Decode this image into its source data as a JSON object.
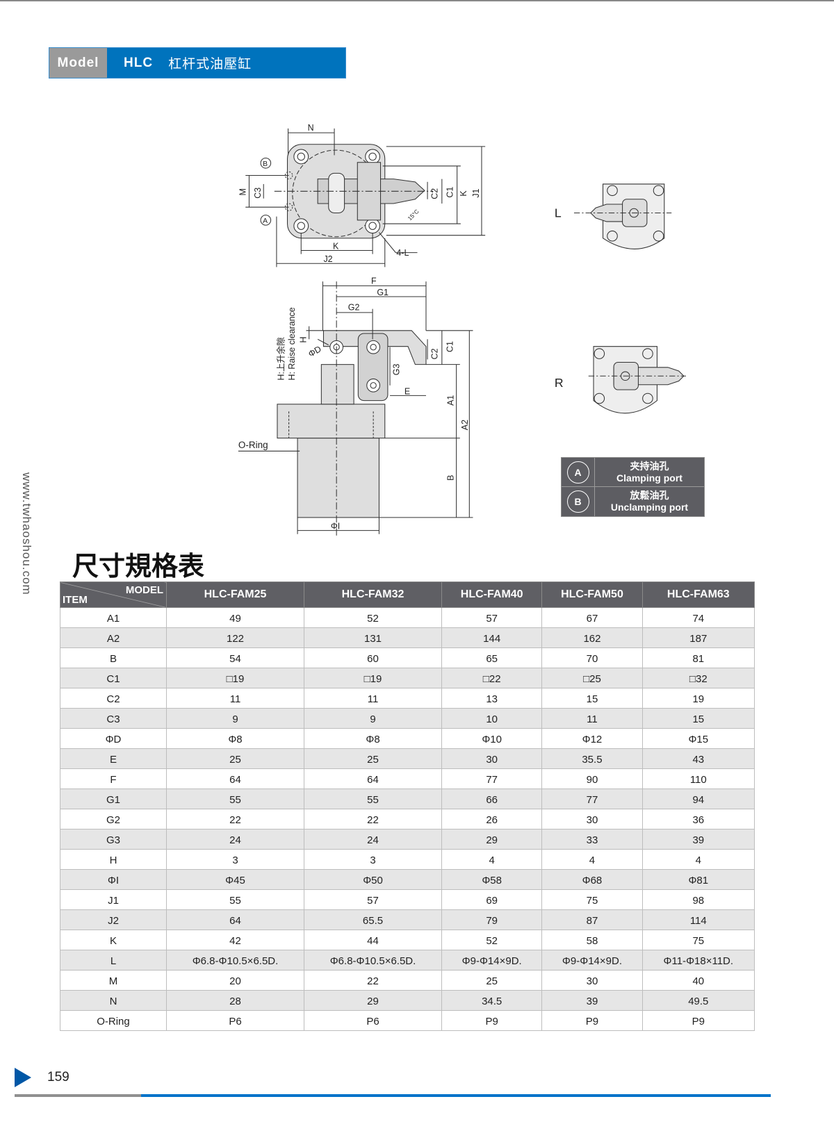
{
  "header": {
    "model_label": "Model",
    "code": "HLC",
    "name": "杠杆式油壓缸"
  },
  "side_url": "www.twhaoshou.com",
  "drawing": {
    "top": {
      "N": "N",
      "B": "B",
      "A": "A",
      "M": "M",
      "C3": "C3",
      "C2": "C2",
      "C1": "C1",
      "K": "K",
      "J1": "J1",
      "angle": "15°C",
      "four_l": "4-L",
      "K2": "K",
      "J2": "J2"
    },
    "side": {
      "F": "F",
      "G1": "G1",
      "G2": "G2",
      "H": "H",
      "D": "ΦD",
      "C2": "C2",
      "C1": "C1",
      "G3": "G3",
      "E": "E",
      "A1": "A1",
      "A2": "A2",
      "B": "B",
      "oring": "O-Ring",
      "I": "ΦI",
      "raise_cn": "H:上升余隙",
      "raise_en": "H: Raise clearance"
    },
    "L": "L",
    "R": "R"
  },
  "legend": [
    {
      "badge": "A",
      "cn": "夹持油孔",
      "en": "Clamping port"
    },
    {
      "badge": "B",
      "cn": "放鬆油孔",
      "en": "Unclamping port"
    }
  ],
  "table_title": "尺寸規格表",
  "table": {
    "corner_model": "MODEL",
    "corner_item": "ITEM",
    "columns": [
      "HLC-FAM25",
      "HLC-FAM32",
      "HLC-FAM40",
      "HLC-FAM50",
      "HLC-FAM63"
    ],
    "rows": [
      [
        "A1",
        "49",
        "52",
        "57",
        "67",
        "74"
      ],
      [
        "A2",
        "122",
        "131",
        "144",
        "162",
        "187"
      ],
      [
        "B",
        "54",
        "60",
        "65",
        "70",
        "81"
      ],
      [
        "C1",
        "□19",
        "□19",
        "□22",
        "□25",
        "□32"
      ],
      [
        "C2",
        "11",
        "11",
        "13",
        "15",
        "19"
      ],
      [
        "C3",
        "9",
        "9",
        "10",
        "11",
        "15"
      ],
      [
        "ΦD",
        "Φ8",
        "Φ8",
        "Φ10",
        "Φ12",
        "Φ15"
      ],
      [
        "E",
        "25",
        "25",
        "30",
        "35.5",
        "43"
      ],
      [
        "F",
        "64",
        "64",
        "77",
        "90",
        "110"
      ],
      [
        "G1",
        "55",
        "55",
        "66",
        "77",
        "94"
      ],
      [
        "G2",
        "22",
        "22",
        "26",
        "30",
        "36"
      ],
      [
        "G3",
        "24",
        "24",
        "29",
        "33",
        "39"
      ],
      [
        "H",
        "3",
        "3",
        "4",
        "4",
        "4"
      ],
      [
        "ΦI",
        "Φ45",
        "Φ50",
        "Φ58",
        "Φ68",
        "Φ81"
      ],
      [
        "J1",
        "55",
        "57",
        "69",
        "75",
        "98"
      ],
      [
        "J2",
        "64",
        "65.5",
        "79",
        "87",
        "114"
      ],
      [
        "K",
        "42",
        "44",
        "52",
        "58",
        "75"
      ],
      [
        "L",
        "Φ6.8-Φ10.5×6.5D.",
        "Φ6.8-Φ10.5×6.5D.",
        "Φ9-Φ14×9D.",
        "Φ9-Φ14×9D.",
        "Φ11-Φ18×11D."
      ],
      [
        "M",
        "20",
        "22",
        "25",
        "30",
        "40"
      ],
      [
        "N",
        "28",
        "29",
        "34.5",
        "39",
        "49.5"
      ],
      [
        "O-Ring",
        "P6",
        "P6",
        "P9",
        "P9",
        "P9"
      ]
    ]
  },
  "page_number": "159",
  "colors": {
    "accent": "#0073bd",
    "header_gray": "#9a9a9a",
    "table_header": "#5f5f64"
  }
}
